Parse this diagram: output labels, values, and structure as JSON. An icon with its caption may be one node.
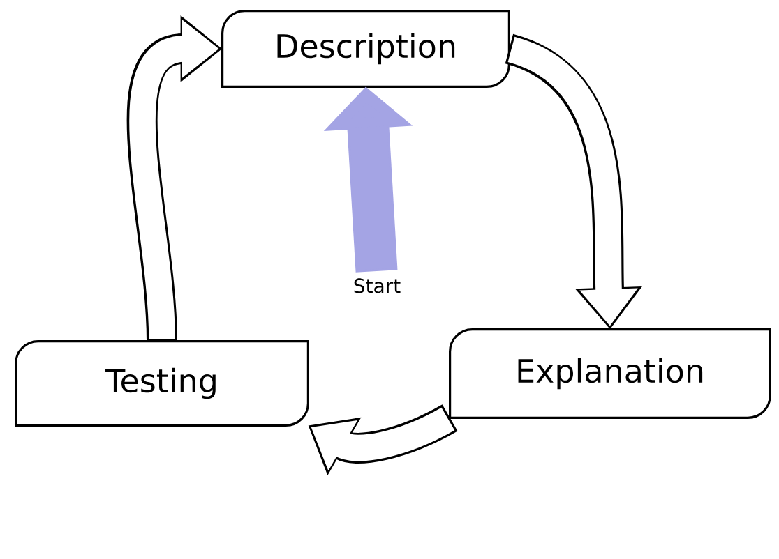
{
  "diagram": {
    "nodes": [
      {
        "text": [
          "Description"
        ]
      },
      {
        "text": [
          "Explanation"
        ]
      },
      {
        "text": [
          "Testing"
        ]
      },
      {
        "text": [
          "Start"
        ]
      }
    ],
    "edges": [
      {
        "from": 0,
        "to": 1,
        "arrow": "to"
      },
      {
        "from": 1,
        "to": 2,
        "arrow": "to"
      },
      {
        "from": 2,
        "to": 0,
        "arrow": "to"
      },
      {
        "from": 3,
        "to": 0,
        "arrow": "to",
        "color": "#a4a4e4"
      }
    ]
  }
}
